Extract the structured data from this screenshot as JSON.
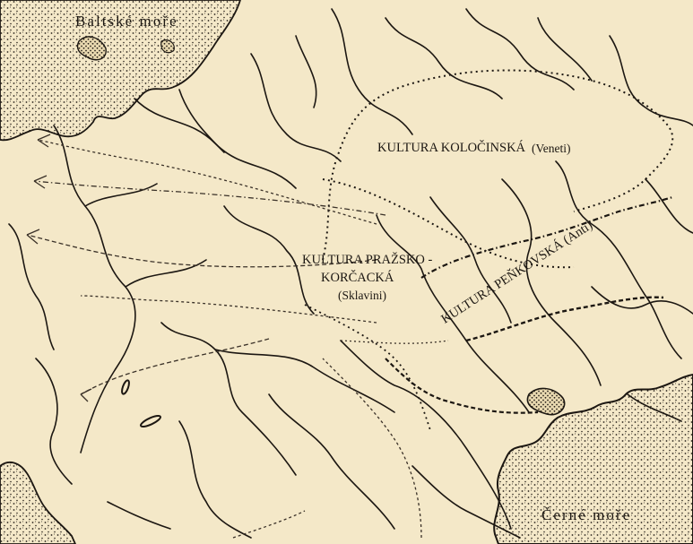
{
  "colors": {
    "paper": "#f4e8c8",
    "ink": "#1c1712",
    "sea_stipple": "#2a231b"
  },
  "labels": {
    "baltic_sea": "Baltské moře",
    "black_sea": "Černé moře",
    "kolocin_culture": "KULTURA KOLOČINSKÁ",
    "kolocin_people": "(Veneti)",
    "prazsko_line1": "KULTURA PRAŽSKO -",
    "prazsko_line2": "KORČACKÁ",
    "prazsko_people": "(Sklavini)",
    "penkovska": "KULTURA PEŇKOVSKÁ (Anti)"
  }
}
